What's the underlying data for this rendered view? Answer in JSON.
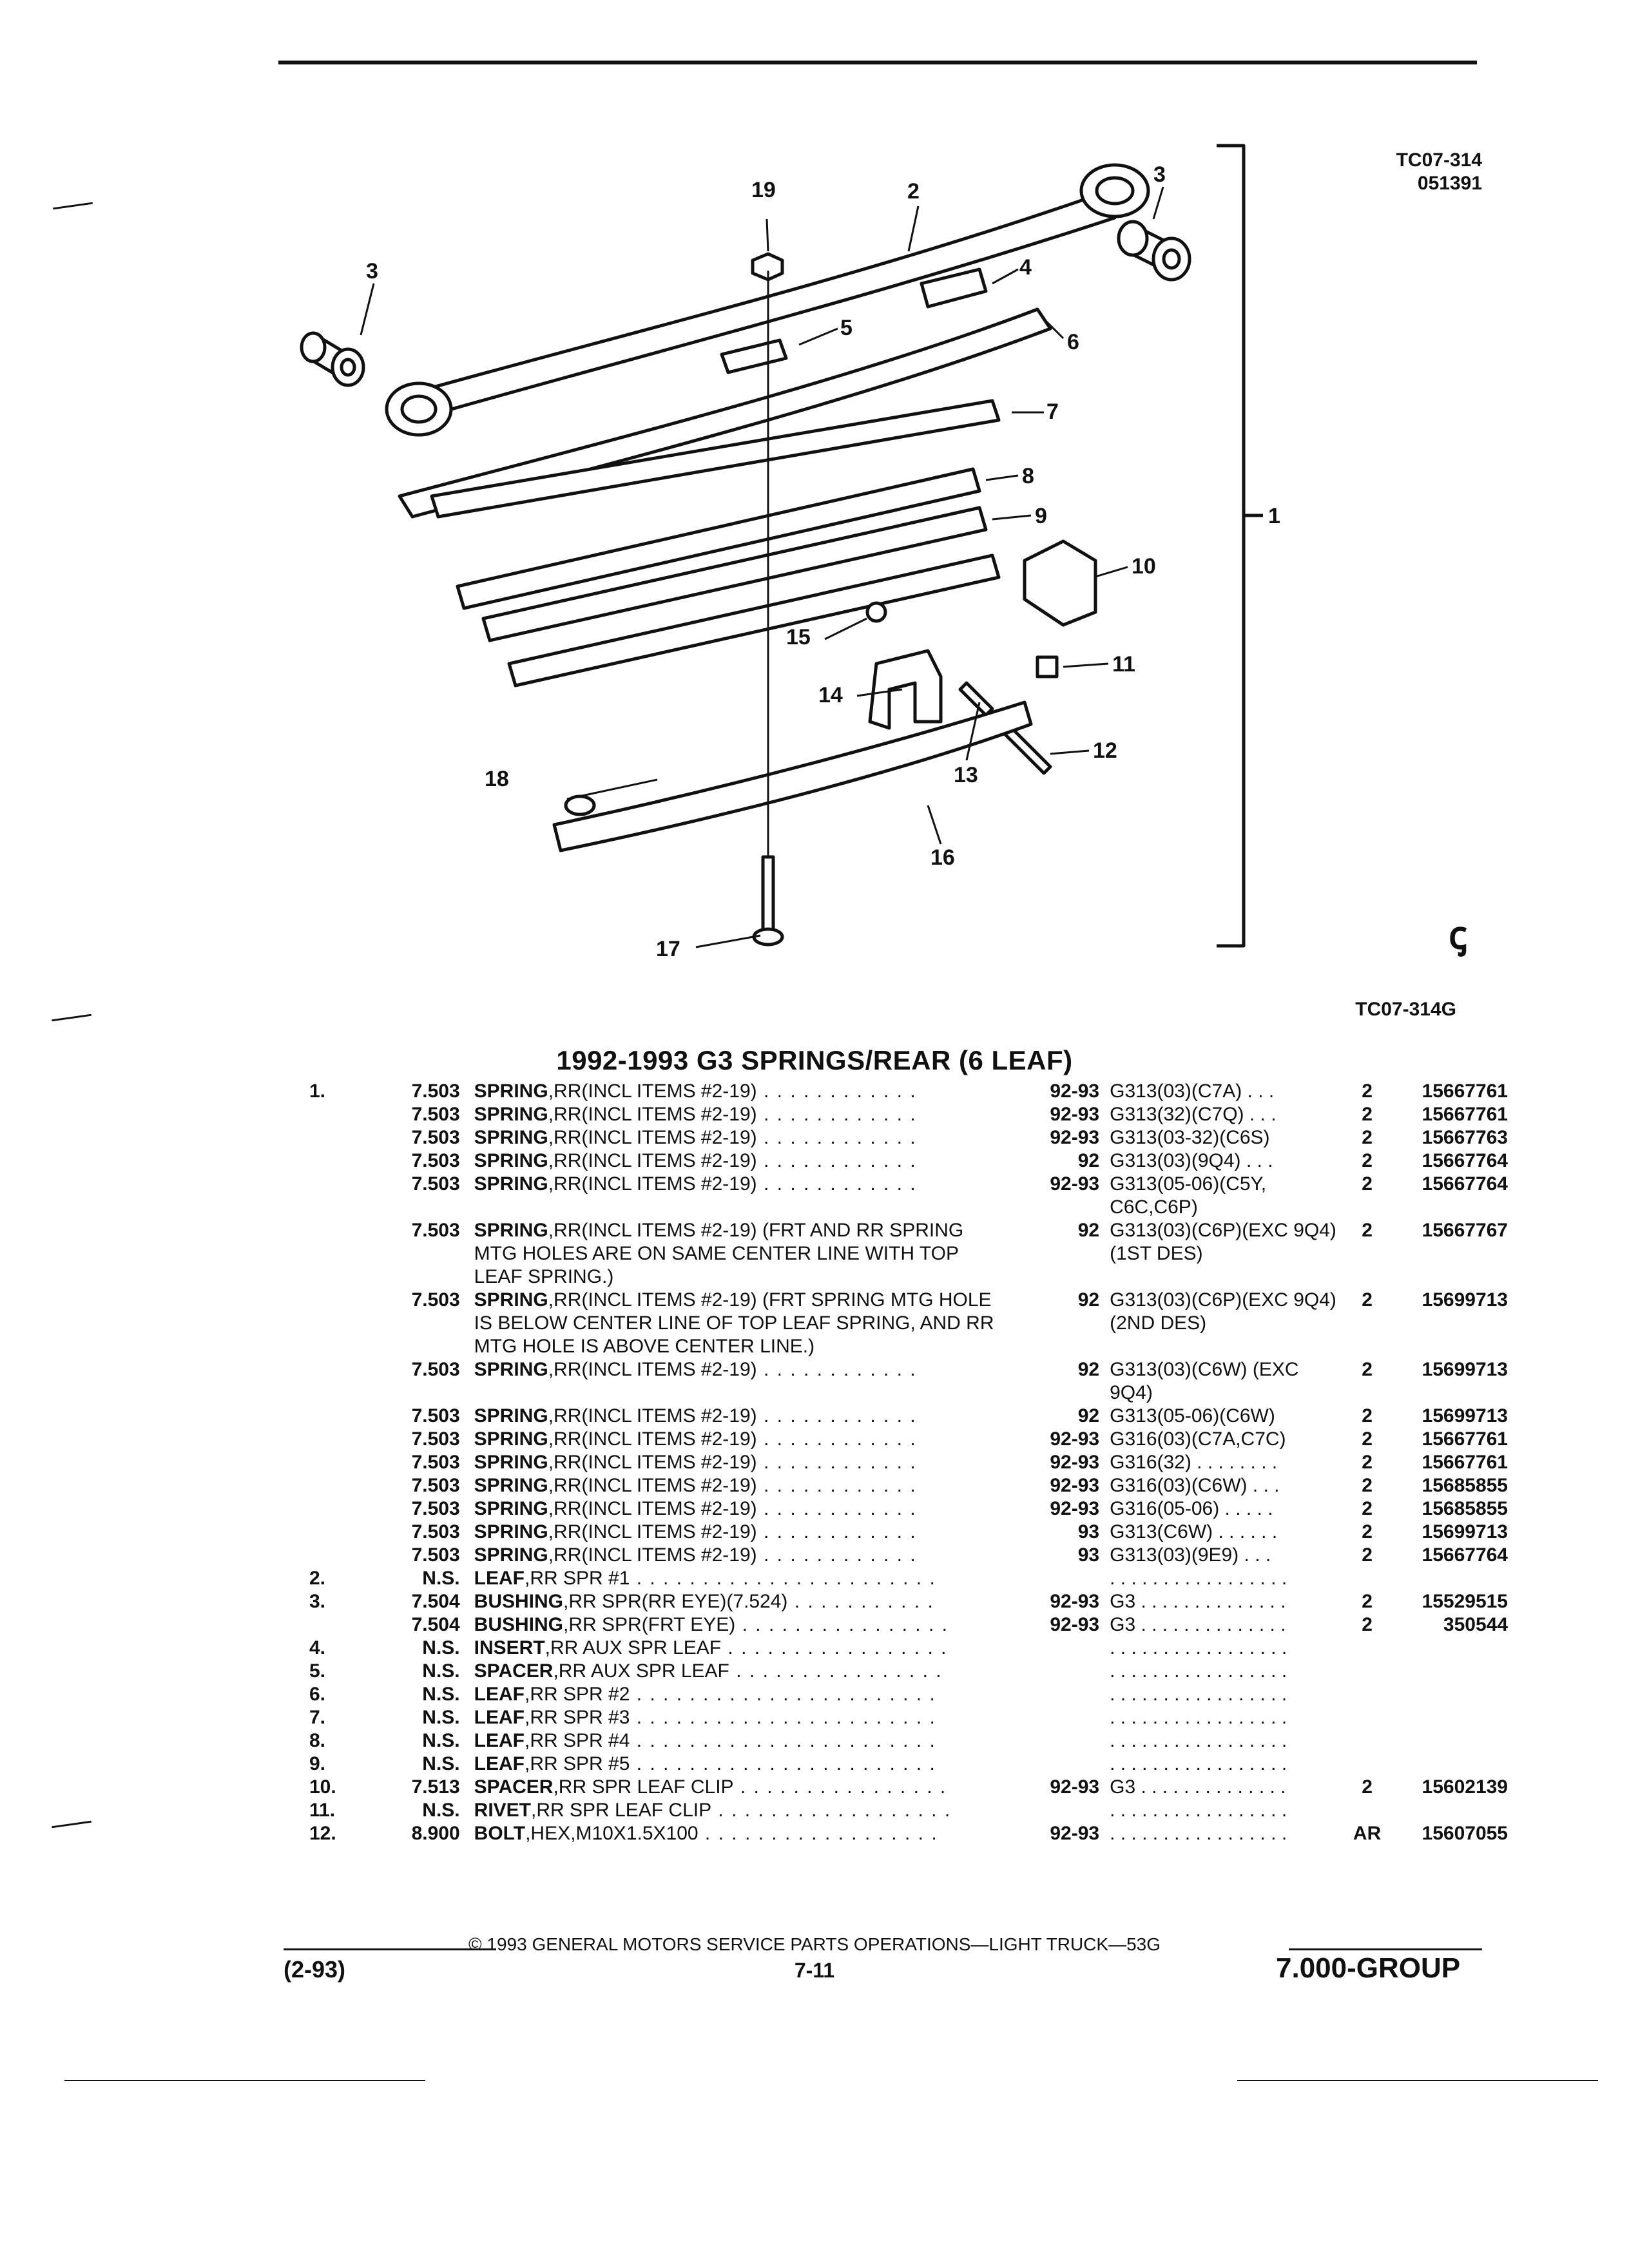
{
  "header": {
    "ref_top": "TC07-314",
    "date_code": "051391",
    "ref_bottom": "TC07-314G",
    "logo_glyph": "ꞔ"
  },
  "diagram": {
    "callouts": [
      "1",
      "2",
      "3",
      "3",
      "4",
      "5",
      "6",
      "7",
      "8",
      "9",
      "10",
      "11",
      "12",
      "13",
      "14",
      "15",
      "16",
      "17",
      "18",
      "19"
    ]
  },
  "section_title": "1992-1993 G3 SPRINGS/REAR (6 LEAF)",
  "parts": [
    {
      "item": "1.",
      "code": "7.503",
      "name": "SPRING",
      "desc": ",RR(INCL ITEMS #2-19)",
      "dots": " . . . . . . . . . . . .",
      "year": "92-93",
      "model": "G313(03)(C7A)  . . .",
      "qty": "2",
      "pn": "15667761"
    },
    {
      "item": "",
      "code": "7.503",
      "name": "SPRING",
      "desc": ",RR(INCL ITEMS #2-19)",
      "dots": " . . . . . . . . . . . .",
      "year": "92-93",
      "model": "G313(32)(C7Q)  . . .",
      "qty": "2",
      "pn": "15667761"
    },
    {
      "item": "",
      "code": "7.503",
      "name": "SPRING",
      "desc": ",RR(INCL ITEMS #2-19)",
      "dots": " . . . . . . . . . . . .",
      "year": "92-93",
      "model": "G313(03-32)(C6S)",
      "qty": "2",
      "pn": "15667763"
    },
    {
      "item": "",
      "code": "7.503",
      "name": "SPRING",
      "desc": ",RR(INCL ITEMS #2-19)",
      "dots": " . . . . . . . . . . . .",
      "year": "92",
      "model": "G313(03)(9Q4)  . . .",
      "qty": "2",
      "pn": "15667764"
    },
    {
      "item": "",
      "code": "7.503",
      "name": "SPRING",
      "desc": ",RR(INCL ITEMS #2-19)",
      "dots": " . . . . . . . . . . . .",
      "year": "92-93",
      "model": "G313(05-06)(C5Y, C6C,C6P)",
      "qty": "2",
      "pn": "15667764"
    },
    {
      "item": "",
      "code": "7.503",
      "name": "SPRING",
      "desc": ",RR(INCL ITEMS #2-19) (FRT AND RR SPRING MTG HOLES ARE ON SAME CENTER LINE WITH TOP LEAF SPRING.)",
      "dots": "",
      "year": "92",
      "model": "G313(03)(C6P)(EXC 9Q4)(1ST DES)",
      "qty": "2",
      "pn": "15667767"
    },
    {
      "item": "",
      "code": "7.503",
      "name": "SPRING",
      "desc": ",RR(INCL ITEMS #2-19) (FRT SPRING MTG HOLE IS BELOW CENTER LINE OF TOP LEAF SPRING, AND RR MTG HOLE IS ABOVE CENTER LINE.)",
      "dots": "",
      "year": "92",
      "model": "G313(03)(C6P)(EXC 9Q4)(2ND DES)",
      "qty": "2",
      "pn": "15699713"
    },
    {
      "item": "",
      "code": "7.503",
      "name": "SPRING",
      "desc": ",RR(INCL ITEMS #2-19)",
      "dots": " . . . . . . . . . . . .",
      "year": "92",
      "model": "G313(03)(C6W) (EXC 9Q4)",
      "qty": "2",
      "pn": "15699713"
    },
    {
      "item": "",
      "code": "7.503",
      "name": "SPRING",
      "desc": ",RR(INCL ITEMS #2-19)",
      "dots": " . . . . . . . . . . . .",
      "year": "92",
      "model": "G313(05-06)(C6W)",
      "qty": "2",
      "pn": "15699713"
    },
    {
      "item": "",
      "code": "7.503",
      "name": "SPRING",
      "desc": ",RR(INCL ITEMS #2-19)",
      "dots": " . . . . . . . . . . . .",
      "year": "92-93",
      "model": "G316(03)(C7A,C7C)",
      "qty": "2",
      "pn": "15667761"
    },
    {
      "item": "",
      "code": "7.503",
      "name": "SPRING",
      "desc": ",RR(INCL ITEMS #2-19)",
      "dots": " . . . . . . . . . . . .",
      "year": "92-93",
      "model": "G316(32)  . . . . . . . .",
      "qty": "2",
      "pn": "15667761"
    },
    {
      "item": "",
      "code": "7.503",
      "name": "SPRING",
      "desc": ",RR(INCL ITEMS #2-19)",
      "dots": " . . . . . . . . . . . .",
      "year": "92-93",
      "model": "G316(03)(C6W)  . . .",
      "qty": "2",
      "pn": "15685855"
    },
    {
      "item": "",
      "code": "7.503",
      "name": "SPRING",
      "desc": ",RR(INCL ITEMS #2-19)",
      "dots": " . . . . . . . . . . . .",
      "year": "92-93",
      "model": "G316(05-06)  . . . . .",
      "qty": "2",
      "pn": "15685855"
    },
    {
      "item": "",
      "code": "7.503",
      "name": "SPRING",
      "desc": ",RR(INCL ITEMS #2-19)",
      "dots": " . . . . . . . . . . . .",
      "year": "93",
      "model": "G313(C6W)  . . . . . .",
      "qty": "2",
      "pn": "15699713"
    },
    {
      "item": "",
      "code": "7.503",
      "name": "SPRING",
      "desc": ",RR(INCL ITEMS #2-19)",
      "dots": " . . . . . . . . . . . .",
      "year": "93",
      "model": "G313(03)(9E9)  . . .",
      "qty": "2",
      "pn": "15667764"
    },
    {
      "item": "2.",
      "code": "N.S.",
      "name": "LEAF",
      "desc": ",RR SPR #1",
      "dots": " . . . . . . . . . . . . . . . . . . . . . . .",
      "year": "",
      "model": ". . . . . . . . . . . . . . . . .",
      "qty": "",
      "pn": ""
    },
    {
      "item": "3.",
      "code": "7.504",
      "name": "BUSHING",
      "desc": ",RR SPR(RR EYE)(7.524)",
      "dots": " . . . . . . . . . . .",
      "year": "92-93",
      "model": "G3  . . . . . . . . . . . . . .",
      "qty": "2",
      "pn": "15529515"
    },
    {
      "item": "",
      "code": "7.504",
      "name": "BUSHING",
      "desc": ",RR SPR(FRT EYE)",
      "dots": " . . . . . . . . . . . . . . . .",
      "year": "92-93",
      "model": "G3  . . . . . . . . . . . . . .",
      "qty": "2",
      "pn": "350544"
    },
    {
      "item": "4.",
      "code": "N.S.",
      "name": "INSERT",
      "desc": ",RR AUX SPR LEAF",
      "dots": " . . . . . . . . . . . . . . . . .",
      "year": "",
      "model": ". . . . . . . . . . . . . . . . .",
      "qty": "",
      "pn": ""
    },
    {
      "item": "5.",
      "code": "N.S.",
      "name": "SPACER",
      "desc": ",RR AUX SPR LEAF",
      "dots": " . . . . . . . . . . . . . . . .",
      "year": "",
      "model": ". . . . . . . . . . . . . . . . .",
      "qty": "",
      "pn": ""
    },
    {
      "item": "6.",
      "code": "N.S.",
      "name": "LEAF",
      "desc": ",RR SPR #2",
      "dots": " . . . . . . . . . . . . . . . . . . . . . . .",
      "year": "",
      "model": ". . . . . . . . . . . . . . . . .",
      "qty": "",
      "pn": ""
    },
    {
      "item": "7.",
      "code": "N.S.",
      "name": "LEAF",
      "desc": ",RR SPR #3",
      "dots": " . . . . . . . . . . . . . . . . . . . . . . .",
      "year": "",
      "model": ". . . . . . . . . . . . . . . . .",
      "qty": "",
      "pn": ""
    },
    {
      "item": "8.",
      "code": "N.S.",
      "name": "LEAF",
      "desc": ",RR SPR #4",
      "dots": " . . . . . . . . . . . . . . . . . . . . . . .",
      "year": "",
      "model": ". . . . . . . . . . . . . . . . .",
      "qty": "",
      "pn": ""
    },
    {
      "item": "9.",
      "code": "N.S.",
      "name": "LEAF",
      "desc": ",RR SPR #5",
      "dots": " . . . . . . . . . . . . . . . . . . . . . . .",
      "year": "",
      "model": ". . . . . . . . . . . . . . . . .",
      "qty": "",
      "pn": ""
    },
    {
      "item": "10.",
      "code": "7.513",
      "name": "SPACER",
      "desc": ",RR SPR LEAF CLIP",
      "dots": " . . . . . . . . . . . . . . . .",
      "year": "92-93",
      "model": "G3  . . . . . . . . . . . . . .",
      "qty": "2",
      "pn": "15602139"
    },
    {
      "item": "11.",
      "code": "N.S.",
      "name": "RIVET",
      "desc": ",RR SPR LEAF CLIP",
      "dots": " . . . . . . . . . . . . . . . . . .",
      "year": "",
      "model": ". . . . . . . . . . . . . . . . .",
      "qty": "",
      "pn": ""
    },
    {
      "item": "12.",
      "code": "8.900",
      "name": "BOLT",
      "desc": ",HEX,M10X1.5X100",
      "dots": " . . . . . . . . . . . . . . . . . .",
      "year": "92-93",
      "model": ". . . . . . . . . . . . . . . . .",
      "qty": "AR",
      "pn": "15607055"
    }
  ],
  "footer": {
    "copyright": "© 1993  GENERAL MOTORS SERVICE PARTS OPERATIONS—LIGHT TRUCK—53G",
    "date": "(2-93)",
    "page": "7-11",
    "group": "7.000-GROUP"
  }
}
